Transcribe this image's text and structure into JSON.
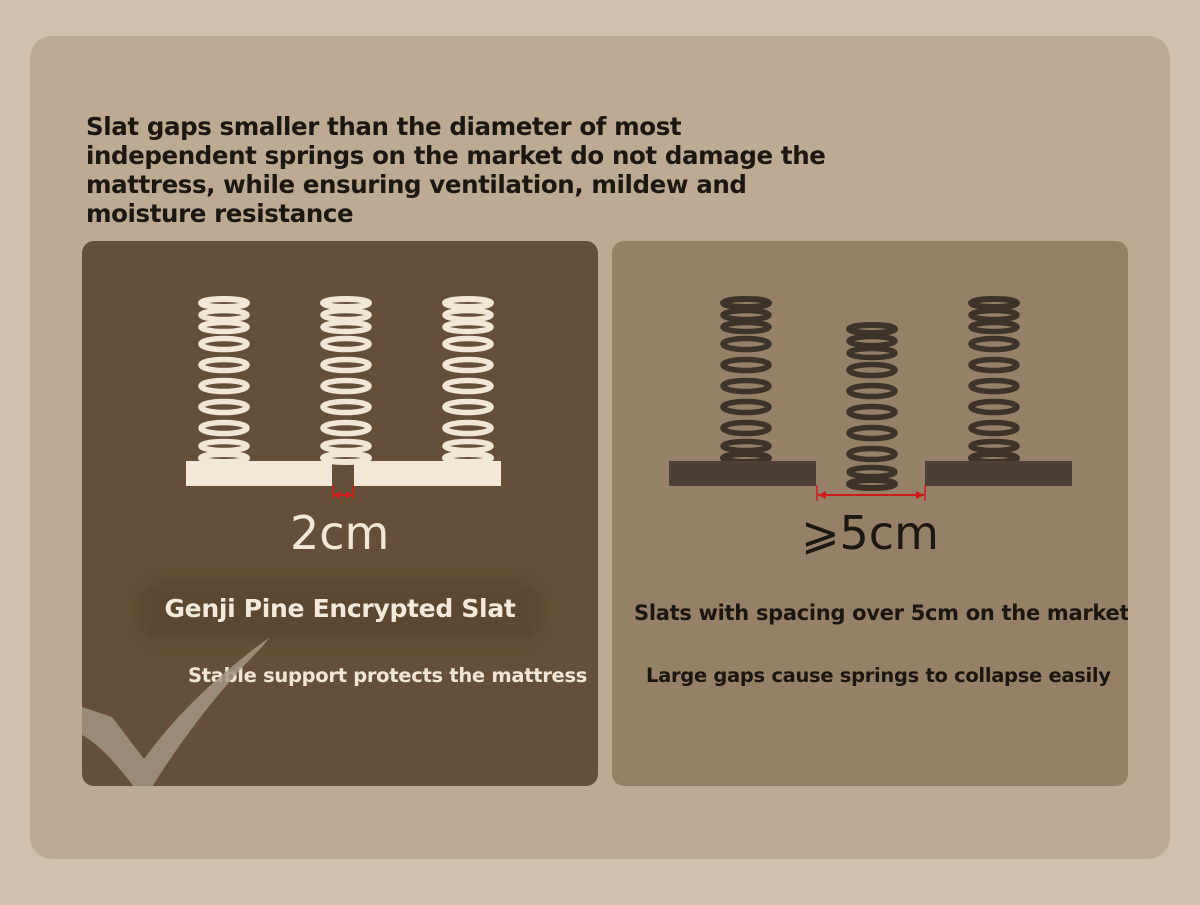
{
  "headline": "Slat gaps smaller than the diameter of most independent springs on the market do not damage the mattress, while ensuring ventilation, mildew and moisture resistance",
  "left_panel": {
    "gap_label": "2cm",
    "title": "Genji Pine Encrypted Slat",
    "subtitle": "Stable support protects the mattress",
    "icon": "checkmark-icon"
  },
  "right_panel": {
    "gap_label": "⩾5cm",
    "title": "Slats with spacing over 5cm on the market",
    "subtitle": "Large gaps cause springs to collapse easily"
  },
  "colors": {
    "background": "#d0c1ad",
    "card": "#bcab92",
    "good_panel": "#654f38",
    "bad_panel": "#968067",
    "arrow": "#d11a1a"
  }
}
